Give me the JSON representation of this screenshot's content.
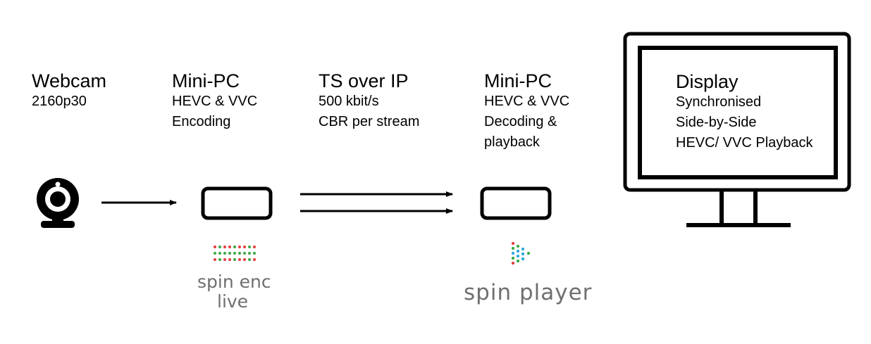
{
  "nodes": {
    "webcam": {
      "title": "Webcam",
      "lines": [
        "2160p30"
      ]
    },
    "encoder_pc": {
      "title": "Mini-PC",
      "lines": [
        "HEVC & VVC",
        "Encoding"
      ]
    },
    "transport": {
      "title": "TS over IP",
      "lines": [
        "500 kbit/s",
        "CBR per stream"
      ]
    },
    "decoder_pc": {
      "title": "Mini-PC",
      "lines": [
        "HEVC & VVC",
        "Decoding &",
        "playback"
      ]
    },
    "display": {
      "title": "Display",
      "lines": [
        "Synchronised",
        "Side-by-Side",
        "HEVC/ VVC Playback"
      ]
    }
  },
  "logos": {
    "encoder": {
      "line1": "spin enc",
      "line2": "live"
    },
    "player": {
      "text": "spin player"
    }
  },
  "icons": {
    "webcam": "webcam-icon",
    "encoder_box": "mini-pc-icon",
    "decoder_box": "mini-pc-icon",
    "display": "monitor-icon"
  },
  "colors": {
    "logo_red": "#e63c3c",
    "logo_green": "#3aa845",
    "logo_blue": "#2aa7df",
    "logo_text": "#6f6f6f"
  }
}
